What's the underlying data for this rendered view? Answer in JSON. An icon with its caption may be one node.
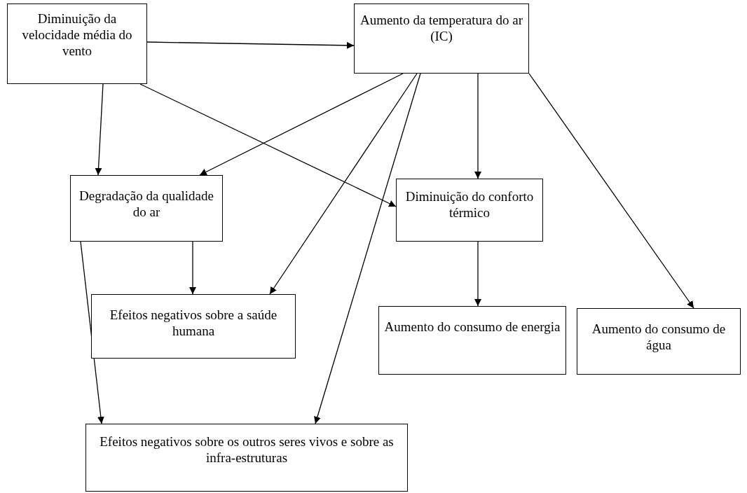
{
  "diagram": {
    "nodes": [
      {
        "text": [
          "Diminuição da velocidade média do vento"
        ]
      },
      {
        "text": [
          "Aumento da temperatura do ar (IC)"
        ]
      },
      {
        "text": [
          "Degradação da qualidade do ar"
        ]
      },
      {
        "text": [
          "Diminuição do conforto térmico"
        ]
      },
      {
        "text": [
          "Efeitos negativos sobre a saúde humana"
        ]
      },
      {
        "text": [
          "Aumento do consumo de energia"
        ]
      },
      {
        "text": [
          "Aumento do consumo de água"
        ]
      },
      {
        "text": [
          "Efeitos negativos sobre os outros seres vivos e sobre as infra-estruturas"
        ]
      }
    ],
    "edges": [
      {
        "from": 0,
        "to": 1,
        "arrow": "to"
      },
      {
        "from": 0,
        "to": 2,
        "arrow": "to"
      },
      {
        "from": 0,
        "to": 3,
        "arrow": "to"
      },
      {
        "from": 1,
        "to": 2,
        "arrow": "to"
      },
      {
        "from": 1,
        "to": 4,
        "arrow": "to"
      },
      {
        "from": 1,
        "to": 7,
        "arrow": "to"
      },
      {
        "from": 1,
        "to": 3,
        "arrow": "to"
      },
      {
        "from": 1,
        "to": 6,
        "arrow": "to"
      },
      {
        "from": 2,
        "to": 4,
        "arrow": "to"
      },
      {
        "from": 2,
        "to": 7,
        "arrow": "to"
      },
      {
        "from": 3,
        "to": 5,
        "arrow": "to"
      }
    ]
  }
}
